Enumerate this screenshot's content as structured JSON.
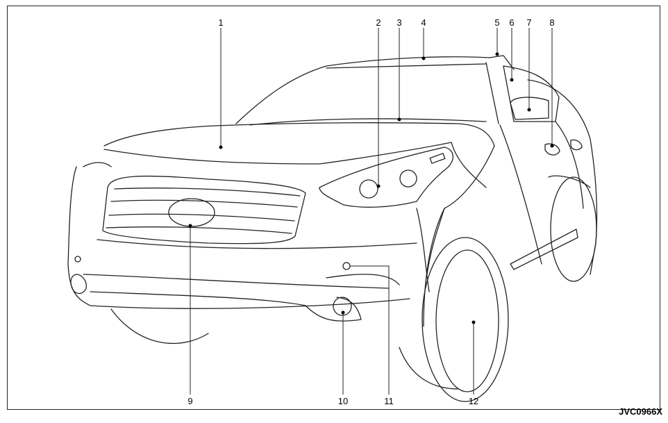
{
  "callouts": [
    "1",
    "2",
    "3",
    "4",
    "5",
    "6",
    "7",
    "8",
    "9",
    "10",
    "11",
    "12"
  ],
  "figure_code": "JVC0966X",
  "colors": {
    "line": "#222222",
    "background": "#ffffff"
  }
}
